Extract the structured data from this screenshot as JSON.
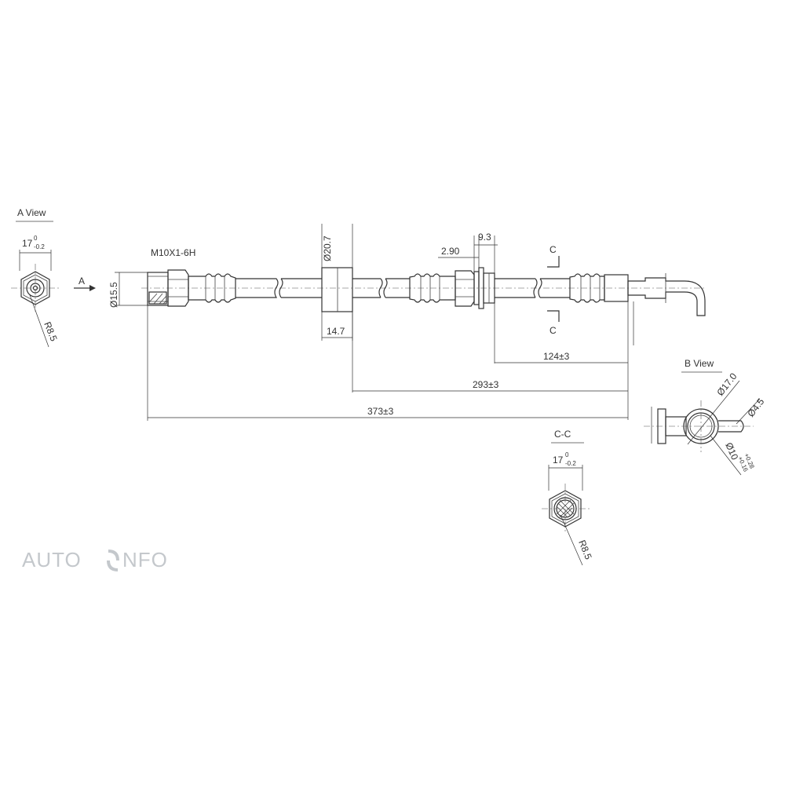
{
  "views": {
    "a_view": {
      "label": "A View",
      "width_nominal": "17",
      "width_tol_upper": "0",
      "width_tol_lower": "-0.2",
      "radius": "R8.5"
    },
    "b_view": {
      "label": "B View",
      "dia_outer": "Ø17.0",
      "dia_pin": "Ø4.5",
      "dia_bore": "Ø10",
      "dia_bore_tol_upper": "+0.28",
      "dia_bore_tol_lower": "+0.16"
    },
    "cc_view": {
      "label": "C-C",
      "width_nominal": "17",
      "width_tol_upper": "0",
      "width_tol_lower": "-0.2",
      "radius": "R8.5"
    }
  },
  "main": {
    "arrow_a_label": "A",
    "thread_label": "M10X1-6H",
    "dia_end_label": "Ø15.5",
    "dia_clamp_label": "Ø20.7",
    "clamp_width_label": "14.7",
    "dim_290_label": "2.90",
    "dim_93_label": "9.3",
    "section_c_top": "C",
    "section_c_bottom": "C",
    "dim_124_label": "124±3",
    "dim_293_label": "293±3",
    "dim_373_label": "373±3"
  },
  "watermark": {
    "text_left": "AUTO",
    "text_right": "NFO"
  }
}
